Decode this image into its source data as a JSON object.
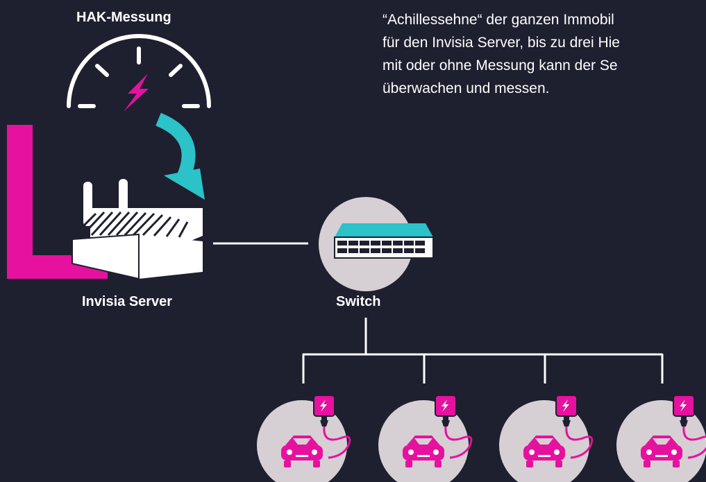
{
  "labels": {
    "meter": "HAK-Messung",
    "server": "Invisia Server",
    "switch": "Switch"
  },
  "description_lines": [
    "“Achillessehne“ der ganzen Immobil",
    "für den Invisia Server, bis zu drei Hie",
    "mit oder ohne Messung kann der Se",
    "überwachen und messen."
  ],
  "colors": {
    "background": "#1e1f2f",
    "accent_magenta": "#e6119f",
    "accent_teal": "#2bc2c8",
    "node_circle": "#d6cfd3",
    "line": "#ffffff"
  },
  "icons": {
    "meter": "gauge-lightning-icon",
    "server": "router-icon",
    "switch": "network-switch-icon",
    "ev": "ev-charging-car-icon"
  },
  "ev_count": 4
}
